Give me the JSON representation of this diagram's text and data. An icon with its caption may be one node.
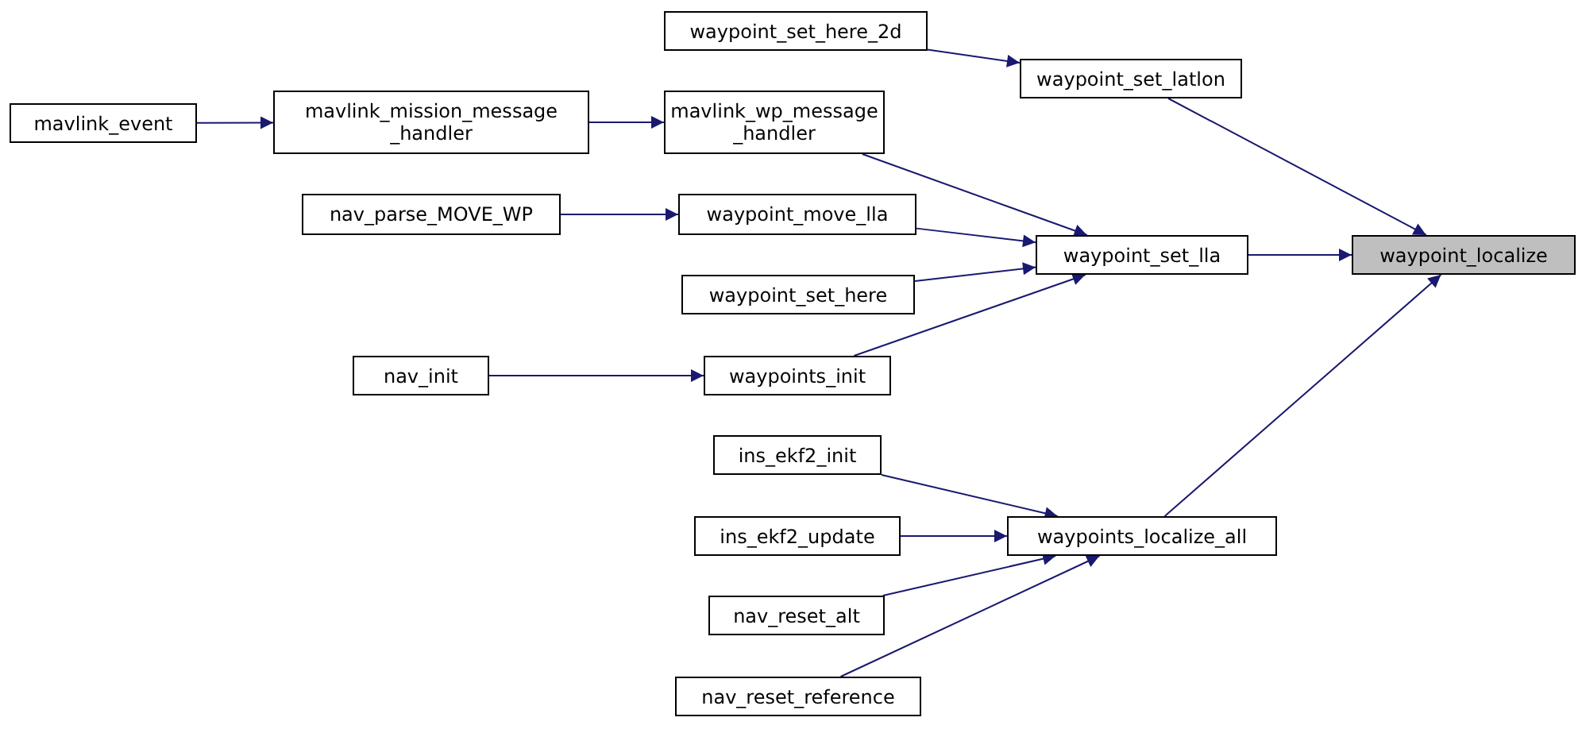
{
  "diagram": {
    "nodes": [
      {
        "text": [
          "waypoint_localize"
        ]
      },
      {
        "text": [
          "waypoint_set_latlon"
        ]
      },
      {
        "text": [
          "waypoint_set_here_2d"
        ]
      },
      {
        "text": [
          "waypoint_set_lla"
        ]
      },
      {
        "text": [
          "mavlink_wp_message _handler"
        ]
      },
      {
        "text": [
          "mavlink_mission_message _handler"
        ]
      },
      {
        "text": [
          "mavlink_event"
        ]
      },
      {
        "text": [
          "waypoint_move_lla"
        ]
      },
      {
        "text": [
          "nav_parse_MOVE_WP"
        ]
      },
      {
        "text": [
          "waypoint_set_here"
        ]
      },
      {
        "text": [
          "waypoints_init"
        ]
      },
      {
        "text": [
          "nav_init"
        ]
      },
      {
        "text": [
          "waypoints_localize_all"
        ]
      },
      {
        "text": [
          "ins_ekf2_init"
        ]
      },
      {
        "text": [
          "ins_ekf2_update"
        ]
      },
      {
        "text": [
          "nav_reset_alt"
        ]
      },
      {
        "text": [
          "nav_reset_reference"
        ]
      }
    ],
    "edges": [
      {
        "from": 3,
        "to": 0,
        "arrow": "to"
      },
      {
        "from": 1,
        "to": 0,
        "arrow": "to"
      },
      {
        "from": 12,
        "to": 0,
        "arrow": "to"
      },
      {
        "from": 2,
        "to": 1,
        "arrow": "to"
      },
      {
        "from": 4,
        "to": 3,
        "arrow": "to"
      },
      {
        "from": 7,
        "to": 3,
        "arrow": "to"
      },
      {
        "from": 9,
        "to": 3,
        "arrow": "to"
      },
      {
        "from": 10,
        "to": 3,
        "arrow": "to"
      },
      {
        "from": 5,
        "to": 4,
        "arrow": "to"
      },
      {
        "from": 6,
        "to": 5,
        "arrow": "to"
      },
      {
        "from": 8,
        "to": 7,
        "arrow": "to"
      },
      {
        "from": 11,
        "to": 10,
        "arrow": "to"
      },
      {
        "from": 13,
        "to": 12,
        "arrow": "to"
      },
      {
        "from": 14,
        "to": 12,
        "arrow": "to"
      },
      {
        "from": 15,
        "to": 12,
        "arrow": "to"
      },
      {
        "from": 16,
        "to": 12,
        "arrow": "to"
      }
    ]
  }
}
